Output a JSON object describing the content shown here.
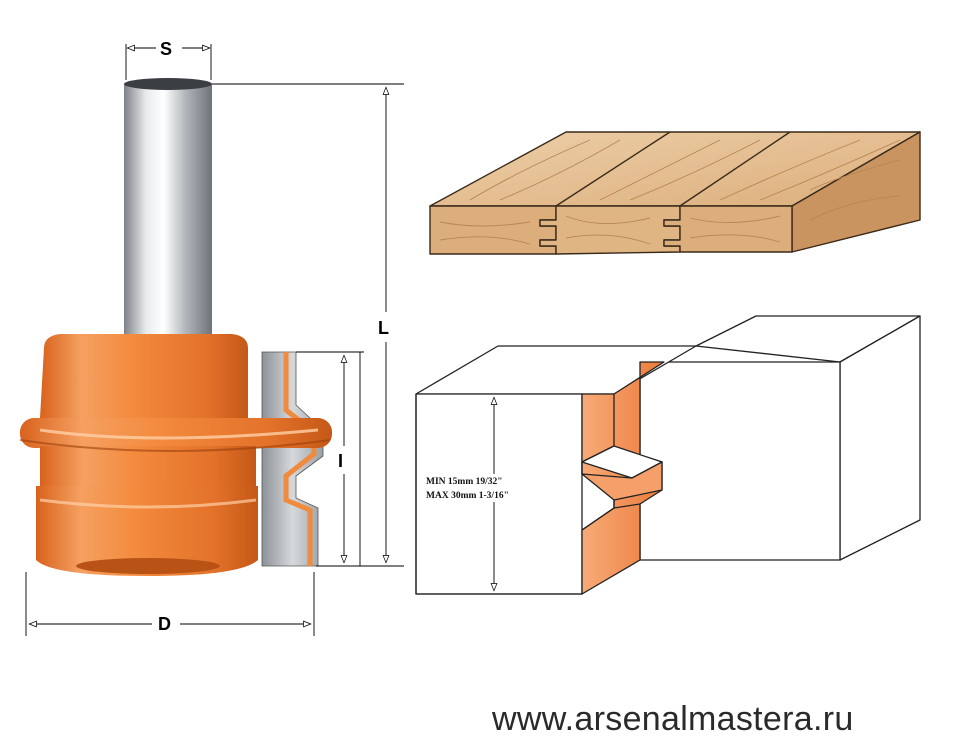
{
  "dimensions": {
    "s": "S",
    "l": "L",
    "i": "I",
    "d": "D"
  },
  "spec": {
    "min_line": "MIN 15mm  19/32\"",
    "max_line": "MAX 30mm 1-3/16\""
  },
  "watermark": "www.arsenalmastera.ru",
  "colors": {
    "cutter_orange": "#f08a3c",
    "shank_grey": "#b8bcc2",
    "wood": "#e2b98e",
    "joint_face": "#f39257"
  }
}
